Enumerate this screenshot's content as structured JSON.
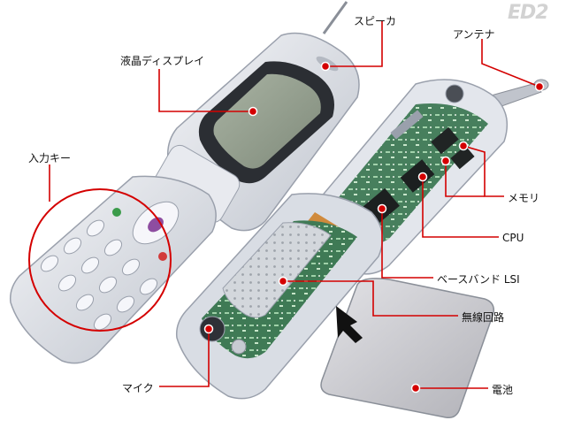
{
  "logo": "ED2",
  "colors": {
    "leader": "#d40000",
    "dot": "#d40000",
    "dot_ring": "#ffffff",
    "casing": "#dcdfe6",
    "casing_edge": "#9aa0ac",
    "screen": "#8f9a8a",
    "pcb": "#3f7a55",
    "chip": "#202424",
    "battery": "#c8c8cc",
    "shield": "#cfd3d8",
    "copper": "#d08a3c"
  },
  "labels": {
    "speaker": "スピーカ",
    "display": "液晶ディスプレイ",
    "antenna": "アンテナ",
    "keys": "入力キー",
    "memory": "メモリ",
    "cpu": "CPU",
    "baseband": "ベースバンド LSI",
    "radio": "無線回路",
    "mic": "マイク",
    "battery": "電池"
  },
  "icons": {
    "pointer": "arrow-pointer-icon",
    "key_circle": "highlight-circle"
  }
}
